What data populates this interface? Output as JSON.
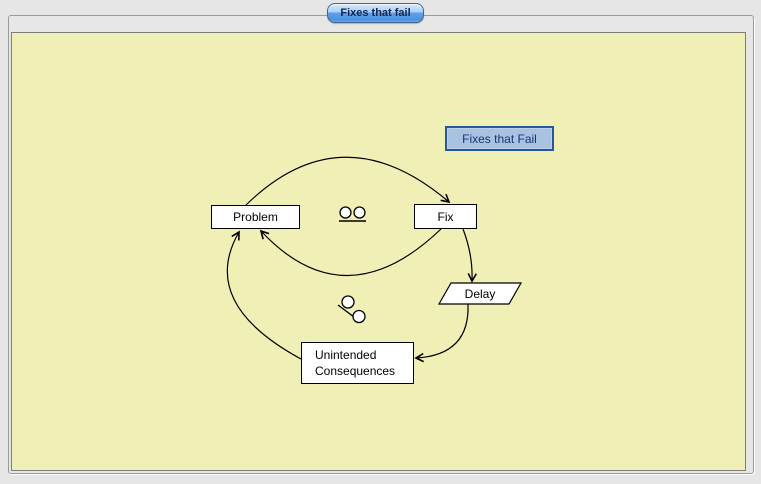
{
  "tab": {
    "label": "Fixes that fail"
  },
  "canvas": {
    "background": "#f0efb6"
  },
  "diagram": {
    "title": {
      "label": "Fixes that Fail",
      "fill": "#a9c2e2",
      "border_color": "#26569e",
      "text_color": "#17356e"
    },
    "nodes": {
      "problem": {
        "label": "Problem",
        "shape": "rectangle"
      },
      "fix": {
        "label": "Fix",
        "shape": "rectangle"
      },
      "delay": {
        "label": "Delay",
        "shape": "parallelogram"
      },
      "unintended_consequences": {
        "line1": "Unintended",
        "line2": "Consequences",
        "shape": "rectangle"
      }
    },
    "connections": [
      {
        "from": "Problem",
        "to": "Fix"
      },
      {
        "from": "Fix",
        "to": "Problem"
      },
      {
        "from": "Fix",
        "to": "Delay"
      },
      {
        "from": "Delay",
        "to": "Unintended Consequences"
      },
      {
        "from": "Unintended Consequences",
        "to": "Problem"
      }
    ],
    "loop_markers": [
      {
        "icon": "two-circles-over-line-icon"
      },
      {
        "icon": "two-circles-diagonal-link-icon"
      }
    ]
  }
}
